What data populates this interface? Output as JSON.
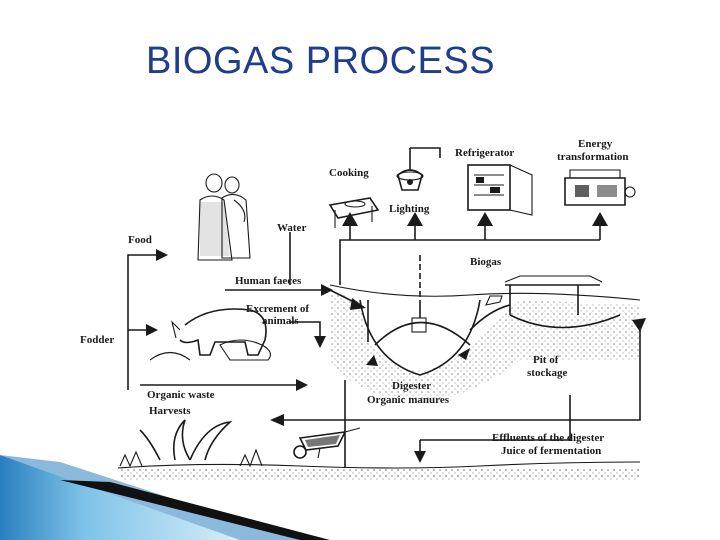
{
  "title": "BIOGAS PROCESS",
  "labels": {
    "cooking": "Cooking",
    "lighting": "Lighting",
    "refrigerator": "Refrigerator",
    "energy_line1": "Energy",
    "energy_line2": "transformation",
    "food": "Food",
    "water": "Water",
    "biogas": "Biogas",
    "human_faeces": "Human faeces",
    "excrement_line1": "Excrement of",
    "excrement_line2": "animals",
    "fodder": "Fodder",
    "digester": "Digester",
    "organic_manures": "Organic manures",
    "pit_line1": "Pit of",
    "pit_line2": "stockage",
    "organic_waste": "Organic waste",
    "harvests": "Harvests",
    "effluents": "Effluents of the digester",
    "juice": "Juice of fermentation"
  },
  "colors": {
    "title": "#1f3d8a",
    "band_light": "#7ec3e8",
    "band_dark": "#2a7fbf",
    "band_black": "#111111"
  }
}
